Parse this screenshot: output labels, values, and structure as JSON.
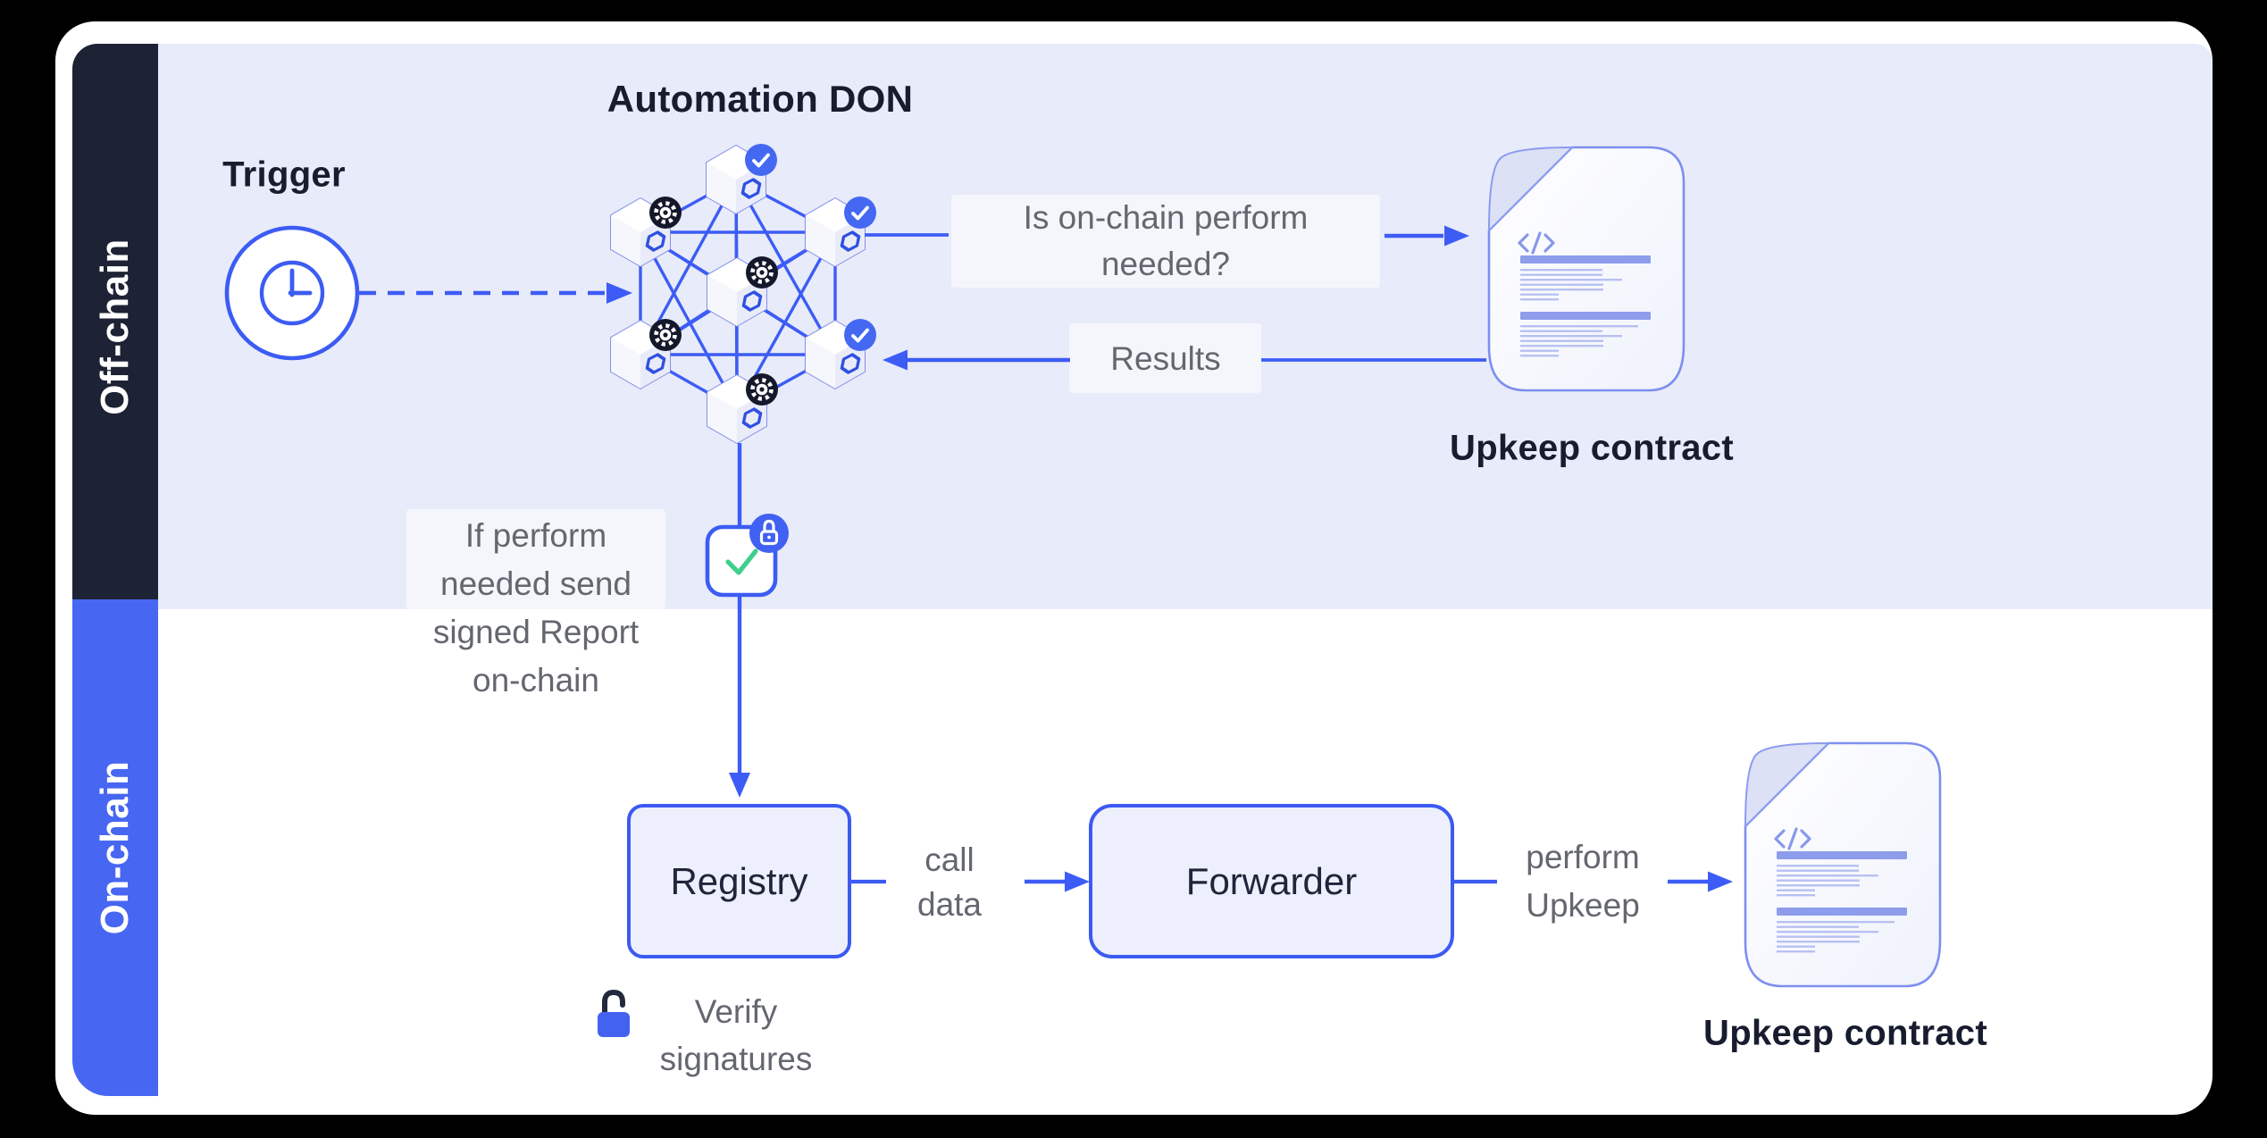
{
  "sidebar": {
    "sections": [
      {
        "label": "Off-chain",
        "color": "#1E2235"
      },
      {
        "label": "On-chain",
        "color": "#4767F2"
      }
    ]
  },
  "offchain": {
    "trigger_label": "Trigger",
    "don_title": "Automation DON",
    "question_label": "Is on-chain perform\nneeded?",
    "results_label": "Results",
    "upkeep_contract_label": "Upkeep contract",
    "report_note": "If perform\nneeded send\nsigned Report\non-chain"
  },
  "onchain": {
    "registry_label": "Registry",
    "call_data_label": "call\ndata",
    "forwarder_label": "Forwarder",
    "perform_upkeep_label": "perform\nUpkeep",
    "upkeep_contract_label": "Upkeep contract",
    "verify_signatures_label": "Verify\nsignatures"
  },
  "don": {
    "nodes": [
      {
        "badge": "check-icon"
      },
      {
        "badge": "gear-icon"
      },
      {
        "badge": "check-icon"
      },
      {
        "badge": "gear-icon"
      },
      {
        "badge": "gear-icon"
      },
      {
        "badge": "check-icon"
      },
      {
        "badge": "gear-icon"
      }
    ]
  },
  "icons": {
    "trigger": "clock-icon",
    "don_node": "chainlink-hexagon-icon",
    "report": "check-lock-icon",
    "verify": "unlock-icon",
    "contract": "code-document-icon"
  },
  "colors": {
    "accent_blue": "#3D5CF5",
    "badge_blue": "#4468F2",
    "gear_badge_dark": "#15182B",
    "check_green": "#3FCF8C",
    "offchain_bg": "#1E2235",
    "onchain_bg": "#4767F2",
    "panel_lavender": "#E8EBF9",
    "node_box_fill": "#EDF0FC",
    "doc_bar": "#8D9CEB",
    "text_dark": "#171C2F",
    "text_gray": "#64676F"
  }
}
